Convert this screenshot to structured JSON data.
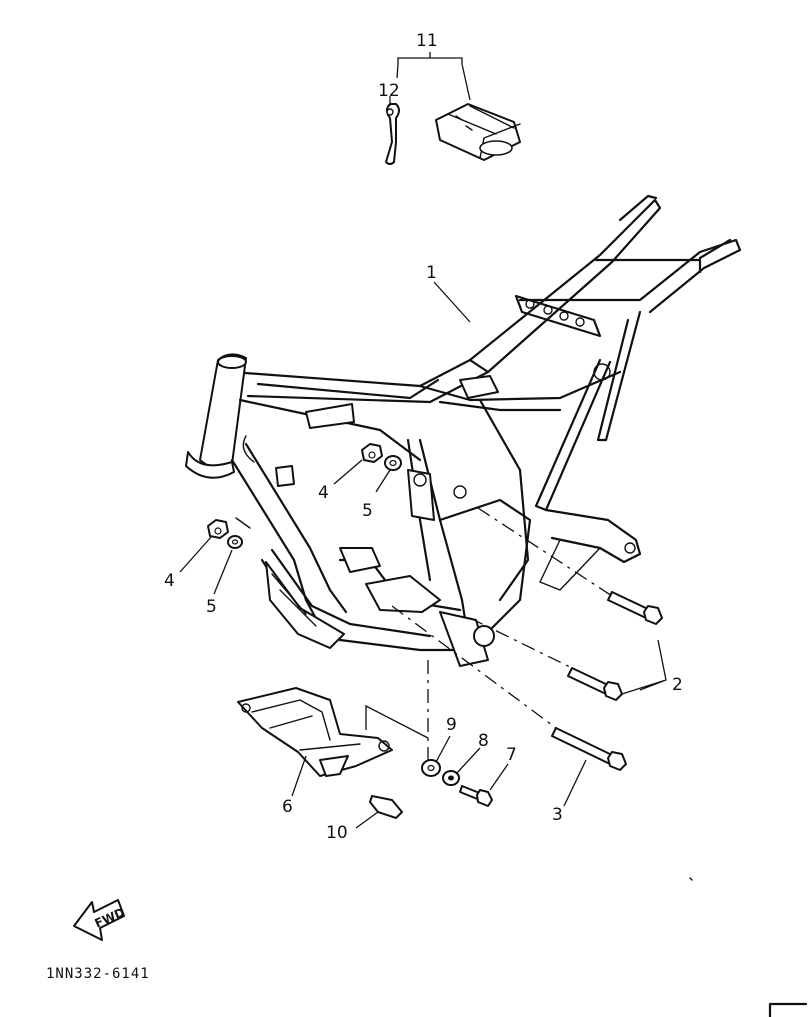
{
  "callouts": {
    "c1": "1",
    "c2": "2",
    "c3": "3",
    "c4a": "4",
    "c4b": "4",
    "c5a": "5",
    "c5b": "5",
    "c6": "6",
    "c7": "7",
    "c8": "8",
    "c9": "9",
    "c10": "10",
    "c11": "11",
    "c12": "12"
  },
  "direction_label": "FWD",
  "drawing_code": "1NN332-6141"
}
